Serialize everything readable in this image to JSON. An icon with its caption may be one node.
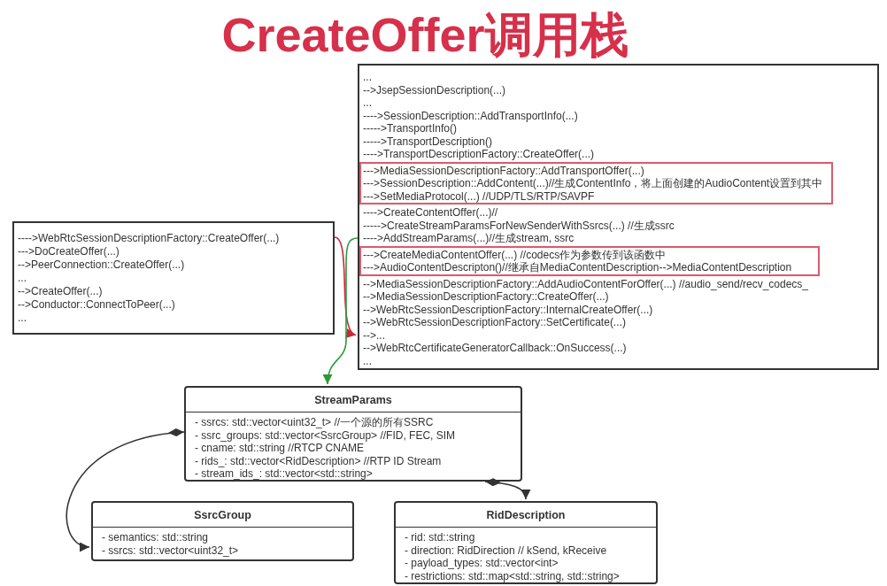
{
  "diagram": {
    "title": "CreateOffer调用栈",
    "nodes": [
      {
        "text": [
          "...",
          "-->JsepSessionDescription(...)",
          "...",
          "---->SessionDescription::AddTransportInfo(...)",
          "----->TransportInfo()",
          "----->TransportDescription()",
          "---->TransportDescriptionFactory::CreateOffer(...)",
          "---->CreateContentOffer(...)//",
          "----->CreateStreamParamsForNewSenderWithSsrcs(...) //生成ssrc",
          "---->AddStreamParams(...)//生成stream, ssrc",
          "-->MediaSessionDescriptionFactory::AddAudioContentForOffer(...) //audio_send/recv_codecs_",
          "-->MediaSessionDescriptionFactory::CreateOffer(...)",
          "-->WebRtcSessionDescriptionFactory::InternalCreateOffer(...)",
          "-->WebRtcSessionDescriptionFactory::SetCertificate(...)",
          "-->...",
          "-->WebRtcCertificateGeneratorCallback::OnSuccess(...)",
          "..."
        ]
      },
      {
        "text": [
          "--->MediaSessionDescriptionFactory::AddTransportOffer(...)",
          "--->SessionDescription::AddContent(...)//生成ContentInfo，将上面创建的AudioContent设置到其中",
          "--->SetMediaProtocol(...) //UDP/TLS/RTP/SAVPF"
        ],
        "in": 0
      },
      {
        "text": [
          "--->CreateMediaContentOffer(...) //codecs作为参数传到该函数中",
          "--->AudioContentDescripton()//继承自MediaContentDescription-->MediaContentDescription"
        ],
        "in": 0
      },
      {
        "text": [
          "---->WebRtcSessionDescriptionFactory::CreateOffer(...)",
          "--->DoCreateOffer(...)",
          "-->PeerConnection::CreateOffer(...)",
          "...",
          "-->CreateOffer(...)",
          "-->Conductor::ConnectToPeer(...)",
          "..."
        ]
      },
      {
        "text": [
          "StreamParams",
          "- ssrcs: std::vector<uint32_t> //一个源的所有SSRC",
          "- ssrc_groups: std::vector<SsrcGroup> //FID, FEC, SIM",
          "- cname: std::string //RTCP CNAME",
          "- rids_: std::vector<RidDescription> //RTP ID Stream",
          "- stream_ids_: std::vector<std::string>"
        ]
      },
      {
        "text": [
          "SsrcGroup",
          "- semantics: std::string",
          "- ssrcs: std::vector<uint32_t>"
        ]
      },
      {
        "text": [
          "RidDescription",
          "- rid: std::string",
          "- direction: RidDirection // kSend, kReceive",
          "- payload_types: std::vector<int>",
          "- restrictions: std::map<std::string, std::string>"
        ]
      }
    ],
    "edges": [
      {
        "from": 3,
        "to": 0,
        "arrow": "to",
        "color": "#d0243a"
      },
      {
        "from": 0,
        "to": 4,
        "arrow": "to",
        "color": "#2a9a3a"
      },
      {
        "from": 4,
        "to": 5,
        "arrow": "to"
      },
      {
        "from": 4,
        "to": 6,
        "arrow": "to"
      }
    ]
  }
}
